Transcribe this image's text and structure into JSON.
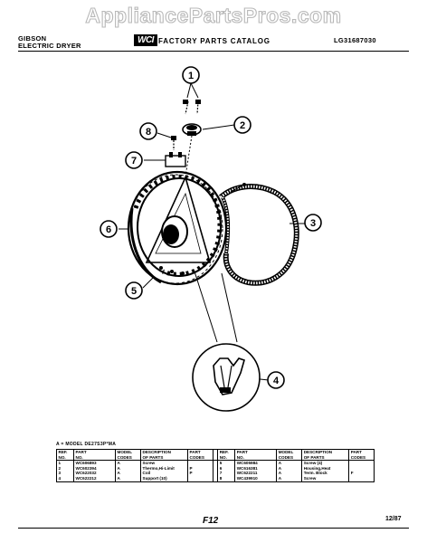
{
  "watermark": "AppliancePartsPros.com",
  "header": {
    "brand_line1": "GIBSON",
    "brand_line2": "ELECTRIC DRYER",
    "logo": "WCI",
    "title": "FACTORY PARTS CATALOG",
    "catalog_number": "LG31687030"
  },
  "callouts": [
    "1",
    "2",
    "3",
    "4",
    "5",
    "6",
    "7",
    "8"
  ],
  "model_note": "A = MODEL DE27S3P*MA",
  "table": {
    "headers": [
      [
        "REF.",
        "NO."
      ],
      [
        "PART",
        "NO."
      ],
      [
        "MODEL",
        "CODES"
      ],
      [
        "DESCRIPTION",
        "OF PARTS"
      ],
      [
        "PART",
        "CODES"
      ]
    ],
    "left_rows": [
      [
        "1",
        "WC606893",
        "A",
        "Screw",
        ""
      ],
      [
        "2",
        "WC602394",
        "A",
        "Thermo,Hi-Limit",
        "P"
      ],
      [
        "3",
        "WC622032",
        "A",
        "Coil",
        "P"
      ],
      [
        "4",
        "WC622212",
        "A",
        "Support (10)",
        ""
      ]
    ],
    "right_rows": [
      [
        "5",
        "WC605984",
        "A",
        "Screw (4)",
        ""
      ],
      [
        "6",
        "WC616381",
        "A",
        "Housing,Heat",
        ""
      ],
      [
        "7",
        "WC622211",
        "A",
        "Term. Block",
        "F"
      ],
      [
        "8",
        "WC439910",
        "A",
        "Screw",
        ""
      ]
    ]
  },
  "footer": {
    "page_code": "F12",
    "date": "12/87"
  }
}
